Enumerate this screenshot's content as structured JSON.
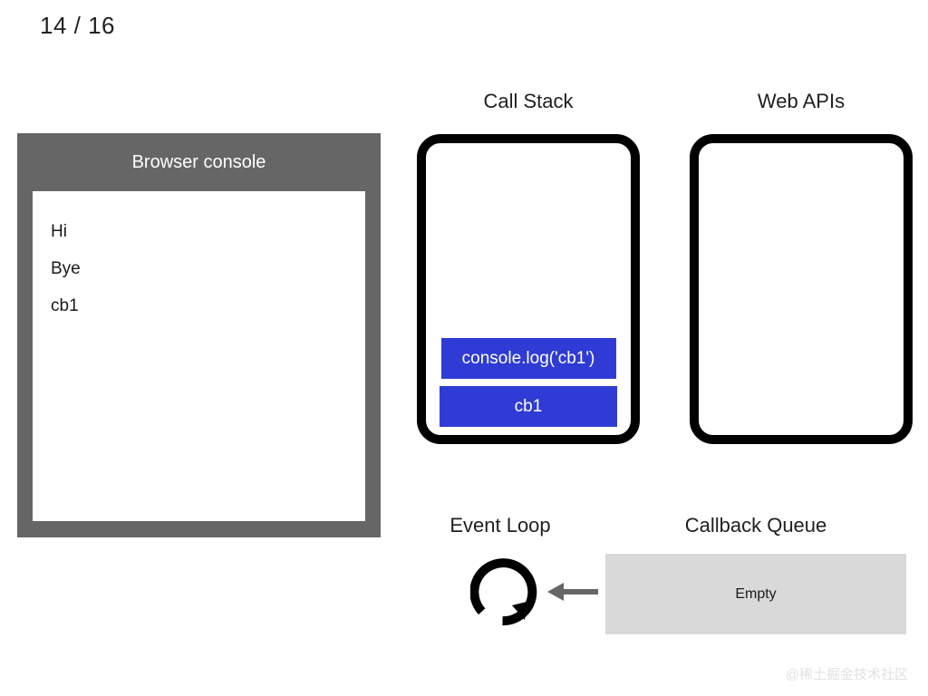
{
  "slide": {
    "counter": "14 / 16"
  },
  "console": {
    "title": "Browser console",
    "lines": [
      "Hi",
      "Bye",
      "cb1"
    ]
  },
  "call_stack": {
    "title": "Call Stack",
    "frames": [
      {
        "label": "console.log('cb1')"
      },
      {
        "label": "cb1"
      }
    ],
    "frame_color": "#2f3bd4",
    "frame_text_color": "#ffffff"
  },
  "web_apis": {
    "title": "Web APIs",
    "items": []
  },
  "event_loop": {
    "title": "Event Loop",
    "icon": "circular-arrow-icon",
    "arrow_icon": "arrow-left-icon",
    "arrow_color": "#666666"
  },
  "callback_queue": {
    "title": "Callback Queue",
    "status": "Empty",
    "background": "#d9d9d9"
  },
  "watermark": {
    "text": "@稀土掘金技术社区"
  }
}
